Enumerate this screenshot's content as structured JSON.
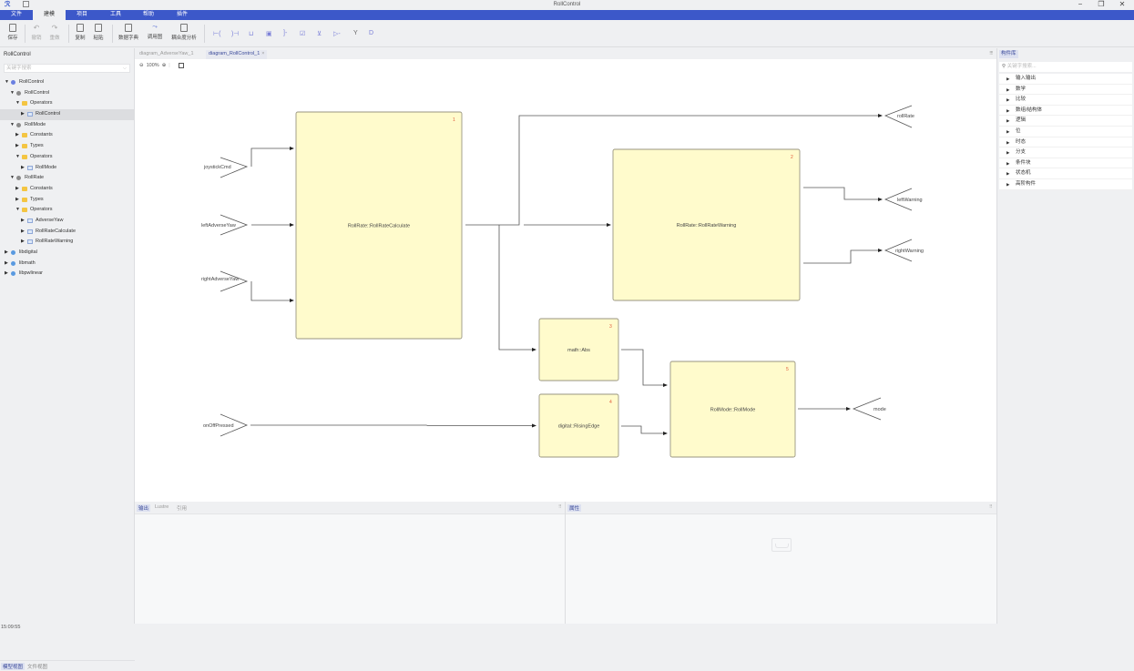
{
  "window": {
    "title": "RollControl",
    "controls": {
      "minimize": "−",
      "restore": "❐",
      "close": "✕"
    }
  },
  "menubar": {
    "items": [
      "文件",
      "建模",
      "项目",
      "工具",
      "帮助",
      "插件"
    ],
    "active_index": 1
  },
  "toolbar": {
    "buttons": [
      {
        "label": "保存",
        "icon": "save-icon",
        "enabled": true
      },
      {
        "label": "撤销",
        "icon": "undo-icon",
        "enabled": false
      },
      {
        "label": "重做",
        "icon": "redo-icon",
        "enabled": false
      },
      {
        "label": "复制",
        "icon": "copy-icon",
        "enabled": true
      },
      {
        "label": "粘贴",
        "icon": "paste-icon",
        "enabled": true
      },
      {
        "label": "数据字典",
        "icon": "data-dictionary-icon",
        "enabled": true
      },
      {
        "label": "调用图",
        "icon": "call-graph-icon",
        "enabled": true
      },
      {
        "label": "耦合度分析",
        "icon": "coupling-analysis-icon",
        "enabled": true
      }
    ],
    "diagram_tools": [
      {
        "icon": "input-port-icon",
        "glyph": "⊢("
      },
      {
        "icon": "output-port-icon",
        "glyph": ")⊣"
      },
      {
        "icon": "bus-icon",
        "glyph": "⊔"
      },
      {
        "icon": "block-icon",
        "glyph": "▣"
      },
      {
        "icon": "terminator-icon",
        "glyph": "]-"
      },
      {
        "icon": "checkbox-icon",
        "glyph": "☑"
      },
      {
        "icon": "switch-icon",
        "glyph": "⊻"
      },
      {
        "icon": "transition-icon",
        "glyph": "▷-"
      },
      {
        "icon": "fork-icon",
        "glyph": "Y"
      },
      {
        "icon": "and-gate-icon",
        "glyph": "D"
      }
    ]
  },
  "left_panel": {
    "title": "RollControl",
    "search_placeholder": "关键字搜索",
    "tree": [
      {
        "label": "RollControl",
        "type": "proj",
        "depth": 0,
        "expanded": true
      },
      {
        "label": "RollControl",
        "type": "pkg",
        "depth": 1,
        "expanded": true
      },
      {
        "label": "Operators",
        "type": "folder",
        "depth": 2,
        "expanded": true
      },
      {
        "label": "RollControl",
        "type": "op",
        "depth": 3,
        "expanded": false,
        "selected": true
      },
      {
        "label": "RollMode",
        "type": "pkg",
        "depth": 1,
        "expanded": true
      },
      {
        "label": "Constants",
        "type": "folder",
        "depth": 2,
        "expanded": false
      },
      {
        "label": "Types",
        "type": "folder",
        "depth": 2,
        "expanded": false
      },
      {
        "label": "Operators",
        "type": "folder",
        "depth": 2,
        "expanded": true
      },
      {
        "label": "RollMode",
        "type": "op",
        "depth": 3,
        "expanded": false
      },
      {
        "label": "RollRate",
        "type": "pkg",
        "depth": 1,
        "expanded": true
      },
      {
        "label": "Constants",
        "type": "folder",
        "depth": 2,
        "expanded": false
      },
      {
        "label": "Types",
        "type": "folder",
        "depth": 2,
        "expanded": false
      },
      {
        "label": "Operators",
        "type": "folder",
        "depth": 2,
        "expanded": true
      },
      {
        "label": "AdverseYaw",
        "type": "op",
        "depth": 3,
        "expanded": false
      },
      {
        "label": "RollRateCalculate",
        "type": "op",
        "depth": 3,
        "expanded": false
      },
      {
        "label": "RollRateWarning",
        "type": "op",
        "depth": 3,
        "expanded": false
      },
      {
        "label": "libdigital",
        "type": "lib",
        "depth": 0,
        "expanded": false
      },
      {
        "label": "libmath",
        "type": "lib",
        "depth": 0,
        "expanded": false
      },
      {
        "label": "libpwlinear",
        "type": "lib",
        "depth": 0,
        "expanded": false
      }
    ],
    "bottom_tabs": [
      "模型视图",
      "文件视图"
    ],
    "active_bottom_tab": 0
  },
  "doc_tabs": [
    {
      "label": "diagram_AdverseYaw_1",
      "active": false
    },
    {
      "label": "diagram_RollControl_1",
      "active": true,
      "close": "×"
    }
  ],
  "canvas": {
    "zoom_level": "100%",
    "inputs": [
      "joystickCmd",
      "leftAdverseYaw",
      "rightAdverseYaw",
      "onOffPressed"
    ],
    "outputs": [
      "rollRate",
      "leftWarning",
      "rightWarning",
      "mode"
    ],
    "blocks": [
      {
        "id": "1",
        "label": "RollRate::RollRateCalculate"
      },
      {
        "id": "2",
        "label": "RollRate::RollRateWarning"
      },
      {
        "id": "3",
        "label": "math::Abs"
      },
      {
        "id": "4",
        "label": "digital::RisingEdge"
      },
      {
        "id": "5",
        "label": "RollMode::RollMode"
      }
    ],
    "block_fill": "#fffbcc",
    "block_id_color": "#e05a3a"
  },
  "bottom_left_panel": {
    "tabs": [
      "输出",
      "Lustre",
      "引用"
    ],
    "active_tab": 0
  },
  "bottom_right_panel": {
    "tabs": [
      "属性"
    ],
    "active_tab": 0
  },
  "right_panel": {
    "tab": "构件库",
    "search_placeholder": "关键字搜索...",
    "items": [
      "输入输出",
      "数学",
      "比较",
      "数组/结构体",
      "逻辑",
      "位",
      "时态",
      "分支",
      "条件块",
      "状态机",
      "高阶构件"
    ]
  },
  "statusbar": {
    "text": "15:09:55"
  },
  "colors": {
    "accent": "#3c58c9"
  }
}
